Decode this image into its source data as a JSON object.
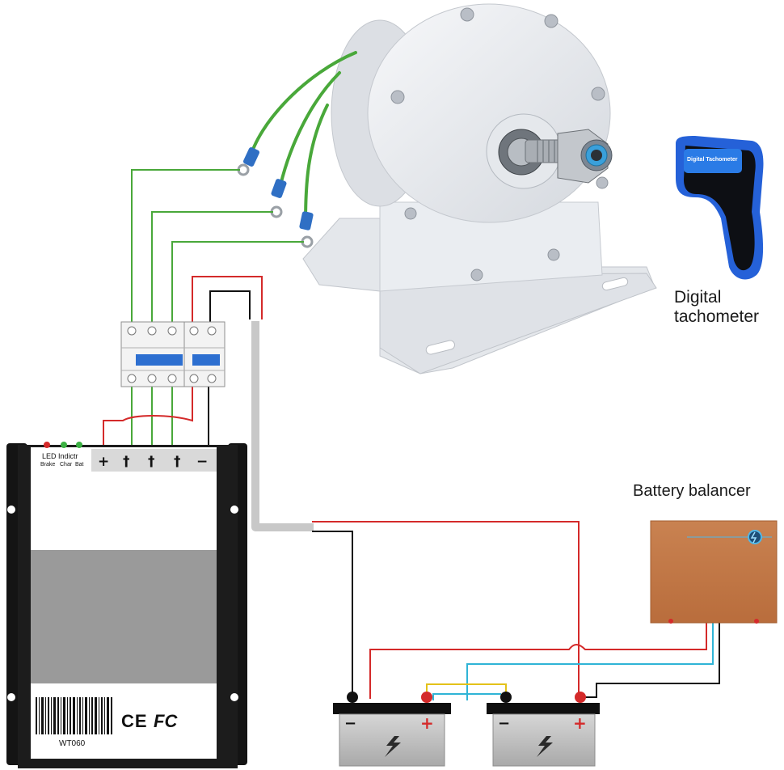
{
  "labels": {
    "tachometer": "Digital\ntachometer",
    "tachometer_line1": "Digital",
    "tachometer_line2": "tachometer",
    "battery_balancer": "Battery balancer",
    "tachometer_brand": "Digital Tachometer"
  },
  "controller": {
    "led_title": "LED Indictr",
    "leds": [
      "Brake",
      "Char",
      "Bat"
    ],
    "terminals": [
      "+",
      "†",
      "†",
      "†",
      "−"
    ],
    "model": "WT060",
    "certifications": [
      "CE",
      "FC"
    ]
  },
  "batteries": [
    {
      "negative": "−",
      "positive": "+"
    },
    {
      "negative": "−",
      "positive": "+"
    }
  ],
  "colors": {
    "ac_wire": "#49a83a",
    "positive_wire": "#d42a2a",
    "negative_wire": "#111111",
    "balance_wire_yellow": "#e3c21a",
    "balance_wire_cyan": "#2fb4d6",
    "cable_sheath": "#c8c8c8",
    "controller_body": "#141414",
    "balancer_body": "#c47a45",
    "generator_body": "#e9ecf0",
    "tachometer_body": "#2561d8",
    "breaker_body": "#f3f3f3",
    "breaker_toggle": "#2d6fd0"
  },
  "icons": [
    "ring-terminal-icon",
    "lightning-bolt-icon",
    "barcode-icon",
    "led-icon"
  ]
}
